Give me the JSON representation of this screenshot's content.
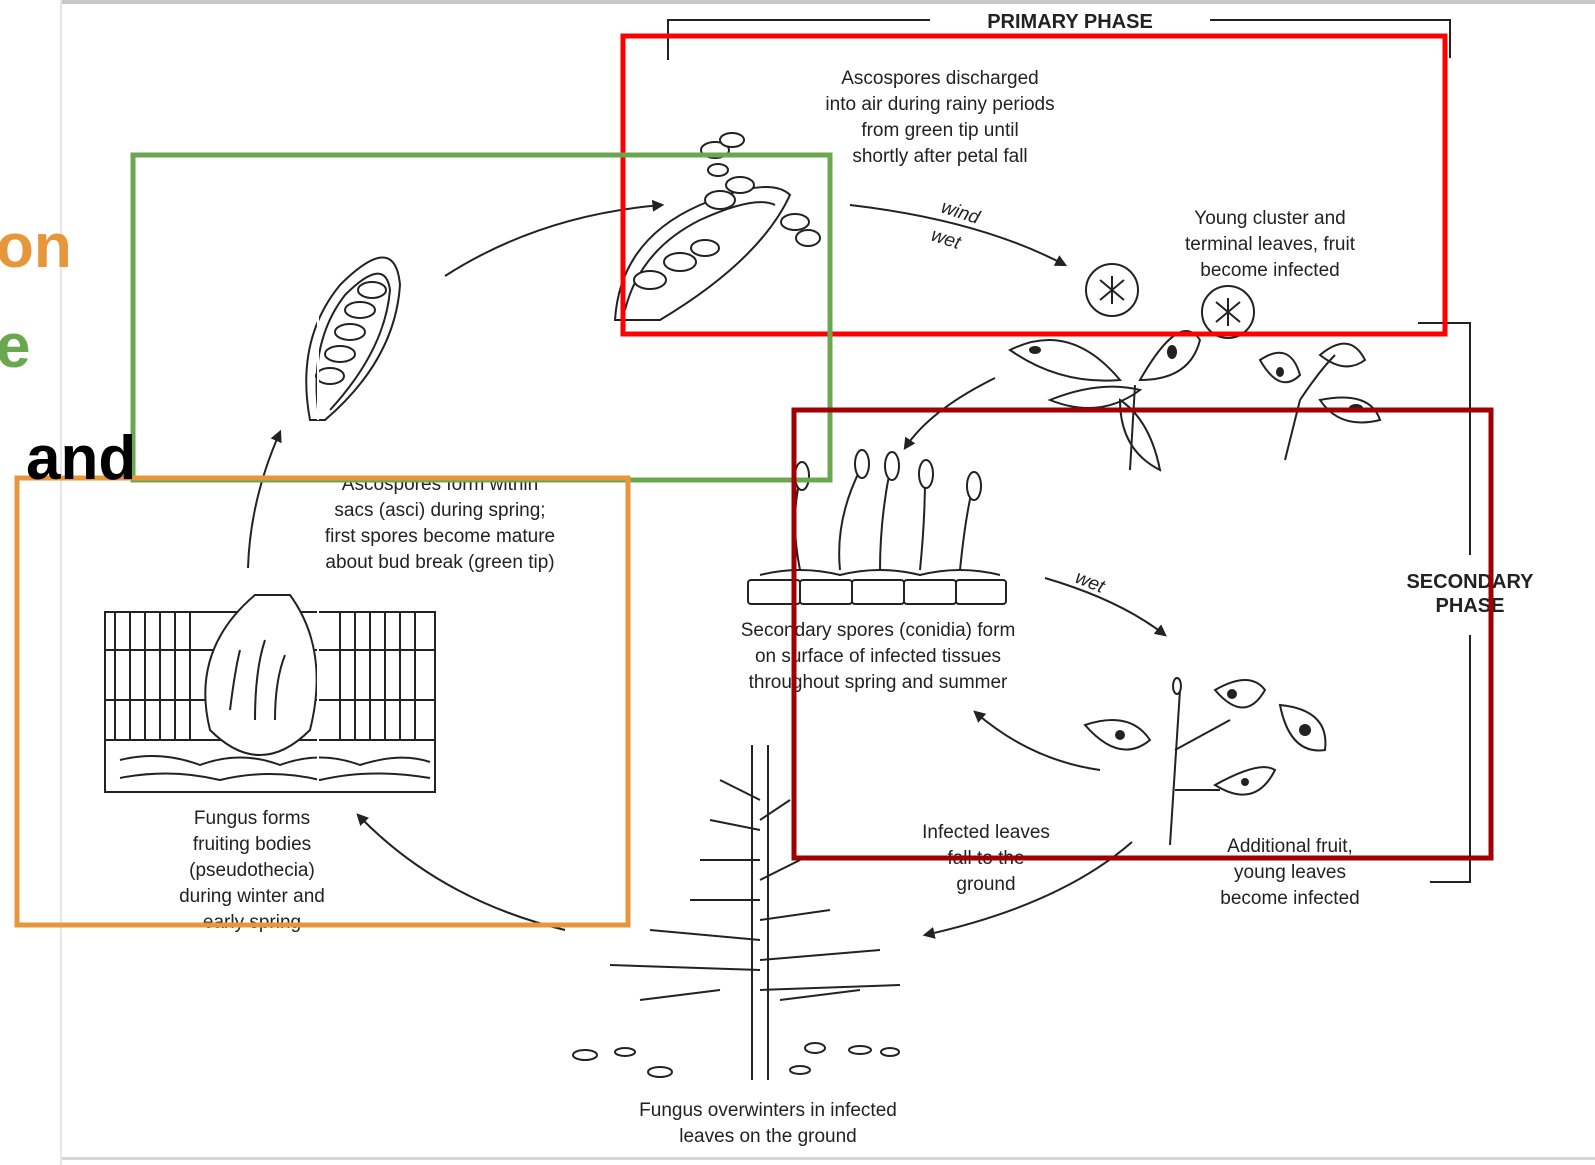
{
  "colors": {
    "highlight_orange": "#e8963c",
    "highlight_green": "#6aa84f",
    "highlight_red": "#ff0000",
    "highlight_darkred": "#a00000",
    "text_orange": "#e8963c",
    "text_green": "#6aa84f"
  },
  "slide_fragments": [
    "on",
    "e",
    "and"
  ],
  "diagram": {
    "primary_phase": "PRIMARY PHASE",
    "secondary_phase": [
      "SECONDARY",
      "PHASE"
    ],
    "ascospores_discharged": [
      "Ascospores discharged",
      "into air during rainy periods",
      "from green tip until",
      "shortly after petal fall"
    ],
    "young_cluster": [
      "Young cluster and",
      "terminal leaves, fruit",
      "become infected"
    ],
    "wind": "wind",
    "wet": "wet",
    "ascospores_form": [
      "Ascospores form within",
      "sacs (asci) during spring;",
      "first spores become mature",
      "about bud break (green tip)"
    ],
    "secondary_spores": [
      "Secondary spores (conidia) form",
      "on surface of infected tissues",
      "throughout spring and summer"
    ],
    "fungus_forms": [
      "Fungus forms",
      "fruiting bodies",
      "(pseudothecia)",
      "during winter and",
      "early spring"
    ],
    "infected_leaves": [
      "Infected leaves",
      "fall to the",
      "ground"
    ],
    "additional_fruit": [
      "Additional fruit,",
      "young leaves",
      "become infected"
    ],
    "overwinters": [
      "Fungus overwinters in infected",
      "leaves on the ground"
    ]
  }
}
